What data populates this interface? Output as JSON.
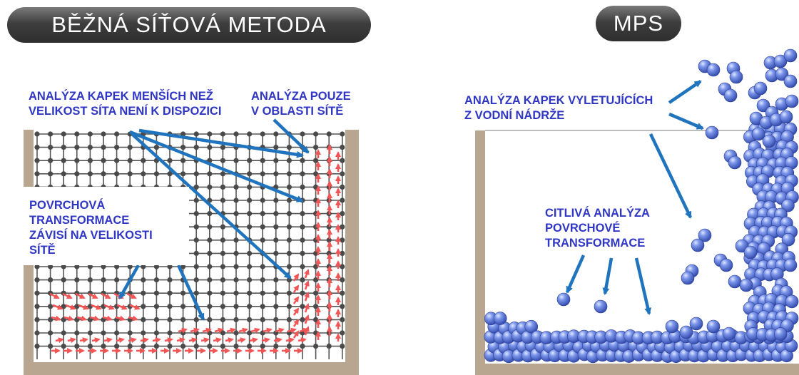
{
  "left_panel": {
    "title": "BĚŽNÁ SÍŤOVÁ METODA",
    "label_small_drops": [
      "ANALÝZA KAPEK MENŠÍCH NEŽ",
      "VELIKOST SÍTA NENÍ K DISPOZICI"
    ],
    "label_mesh_only": [
      "ANALÝZA POUZE",
      "V OBLASTI SÍTĚ"
    ],
    "label_surface": [
      "POVRCHOVÁ",
      "TRANSFORMACE",
      "ZÁVISÍ NA VELIKOSTI",
      "SÍTĚ"
    ]
  },
  "right_panel": {
    "title": "MPS",
    "label_flying": [
      "ANALÝZA KAPEK VYLETUJÍCÍCH",
      "Z VODNÍ NÁDRŽE"
    ],
    "label_sensitive": [
      "CITLIVÁ ANALÝZA",
      "POVRCHOVÉ",
      "TRANSFORMACE"
    ]
  },
  "colors": {
    "label_text": "#2f36c4",
    "arrow": "#1f74bd",
    "tank_wall": "#b8a690",
    "grid": "#555555",
    "grid_node": "#4a4a4a",
    "flow_vector": "#f25555",
    "particle": "#5b78e0"
  }
}
